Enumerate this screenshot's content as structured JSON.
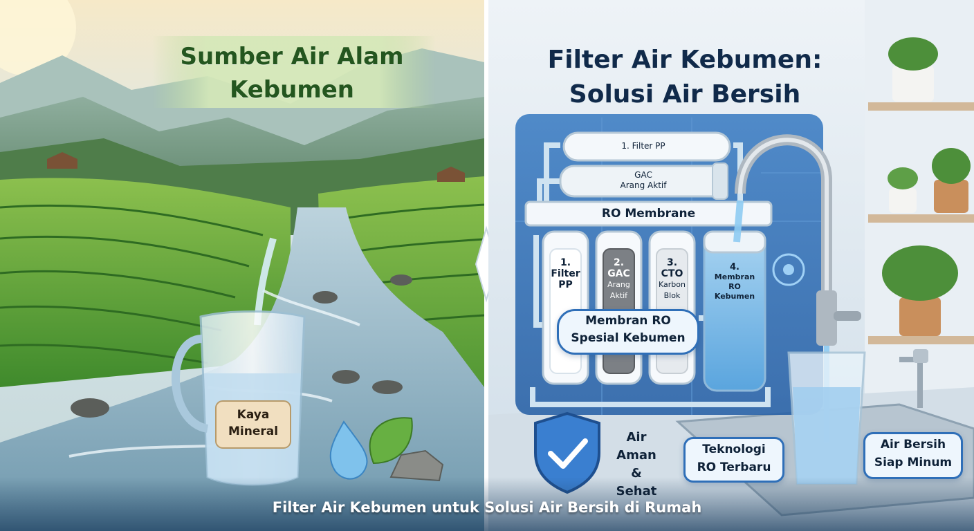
{
  "left_panel": {
    "title_line1": "Sumber Air Alam",
    "title_line2": "Kebumen",
    "pitcher_label_line1": "Kaya",
    "pitcher_label_line2": "Mineral"
  },
  "right_panel": {
    "title_line1": "Filter Air Kebumen:",
    "title_line2": "Solusi Air Bersih",
    "filter_pp_label": "1. Filter PP",
    "gac_label_line1": "GAC",
    "gac_label_line2": "Arang Aktif",
    "ro_membrane_label": "RO Membrane",
    "stages": [
      {
        "number": "1.",
        "line1": "Filter",
        "line2": "PP",
        "line3": ""
      },
      {
        "number": "2.",
        "line1": "GAC",
        "line2": "Arang",
        "line3": "Aktif"
      },
      {
        "number": "3.",
        "line1": "CTO",
        "line2": "Karbon",
        "line3": "Blok"
      },
      {
        "number": "4.",
        "line1": "Membran",
        "line2": "RO",
        "line3": "Kebumen"
      }
    ],
    "membrane_callout_line1": "Membran RO",
    "membrane_callout_line2": "Spesial Kebumen",
    "badge_line1": "Air",
    "badge_line2": "Aman",
    "badge_line3": "& Sehat",
    "tech_line1": "Teknologi",
    "tech_line2": "RO Terbaru",
    "ready_line1": "Air Bersih",
    "ready_line2": "Siap Minum"
  },
  "footer": {
    "caption": "Filter Air Kebumen untuk Solusi Air Bersih di Rumah"
  },
  "colors": {
    "left_title": "#24561f",
    "right_title": "#102a4a",
    "accent_blue": "#2f6fb8",
    "callout_bg": "#eef6fd"
  }
}
